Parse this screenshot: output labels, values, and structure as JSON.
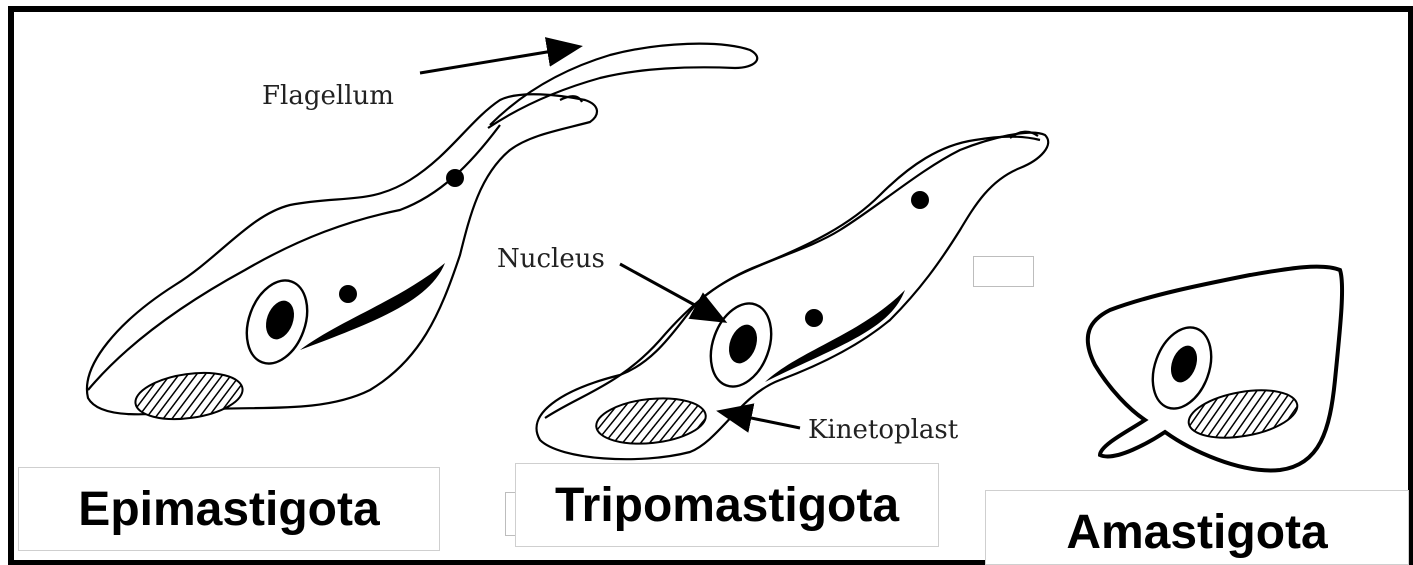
{
  "labels": {
    "flagellum": "Flagellum",
    "nucleus": "Nucleus",
    "kinetoplast": "Kinetoplast"
  },
  "captions": {
    "epimastigota": "Epimastigota",
    "tripomastigota": "Tripomastigota",
    "amastigota": "Amastigota"
  },
  "colors": {
    "ink": "#000000",
    "frame": "#000000",
    "background": "#ffffff"
  }
}
